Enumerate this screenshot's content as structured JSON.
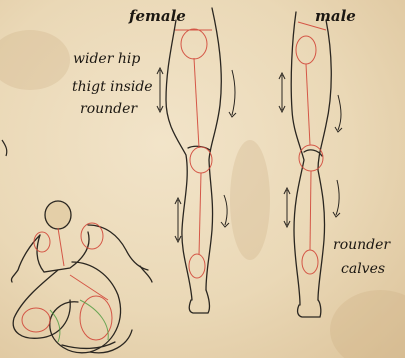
{
  "labels": {
    "female": "female",
    "male": "male",
    "wider_hip": "wider hip",
    "thigh_inside": "thigt inside",
    "rounder_left": "rounder",
    "rounder_right": "rounder",
    "calves": "calves"
  },
  "colors": {
    "paper": "#ead8b6",
    "ink": "#2a2620",
    "construction": "#d2483a",
    "green_guides": "#4c9a3e"
  }
}
